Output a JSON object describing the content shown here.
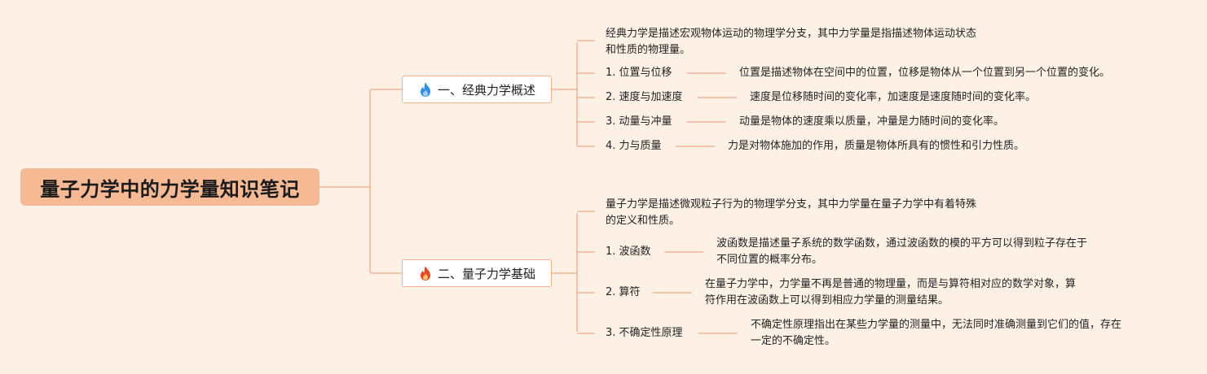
{
  "title": "量子力学中的力学量知识笔记",
  "colors": {
    "background": "#fdf1e6",
    "root": "#f5b994",
    "line": "#f3a988",
    "icon_blue": "#2f8ee8",
    "icon_red": "#e8461f"
  },
  "branches": [
    {
      "label": "一、经典力学概述",
      "icon": "fire-icon-blue",
      "intro": [
        "经典力学是描述宏观物体运动的物理学分支，其中力学量是指描述物体运动状态",
        "和性质的物理量。"
      ],
      "items": [
        {
          "label": "1. 位置与位移",
          "desc": [
            "位置是描述物体在空间中的位置，位移是物体从一个位置到另一个位置的变化。"
          ]
        },
        {
          "label": "2. 速度与加速度",
          "desc": [
            "速度是位移随时间的变化率，加速度是速度随时间的变化率。"
          ]
        },
        {
          "label": "3. 动量与冲量",
          "desc": [
            "动量是物体的速度乘以质量，冲量是力随时间的变化率。"
          ]
        },
        {
          "label": "4. 力与质量",
          "desc": [
            "力是对物体施加的作用，质量是物体所具有的惯性和引力性质。"
          ]
        }
      ]
    },
    {
      "label": "二、量子力学基础",
      "icon": "fire-icon-red",
      "intro": [
        "量子力学是描述微观粒子行为的物理学分支，其中力学量在量子力学中有着特殊",
        "的定义和性质。"
      ],
      "items": [
        {
          "label": "1. 波函数",
          "desc": [
            "波函数是描述量子系统的数学函数，通过波函数的模的平方可以得到粒子存在于",
            "不同位置的概率分布。"
          ]
        },
        {
          "label": "2. 算符",
          "desc": [
            "在量子力学中，力学量不再是普通的物理量，而是与算符相对应的数学对象，算",
            "符作用在波函数上可以得到相应力学量的测量结果。"
          ]
        },
        {
          "label": "3. 不确定性原理",
          "desc": [
            "不确定性原理指出在某些力学量的测量中，无法同时准确测量到它们的值，存在",
            "一定的不确定性。"
          ]
        }
      ]
    }
  ]
}
